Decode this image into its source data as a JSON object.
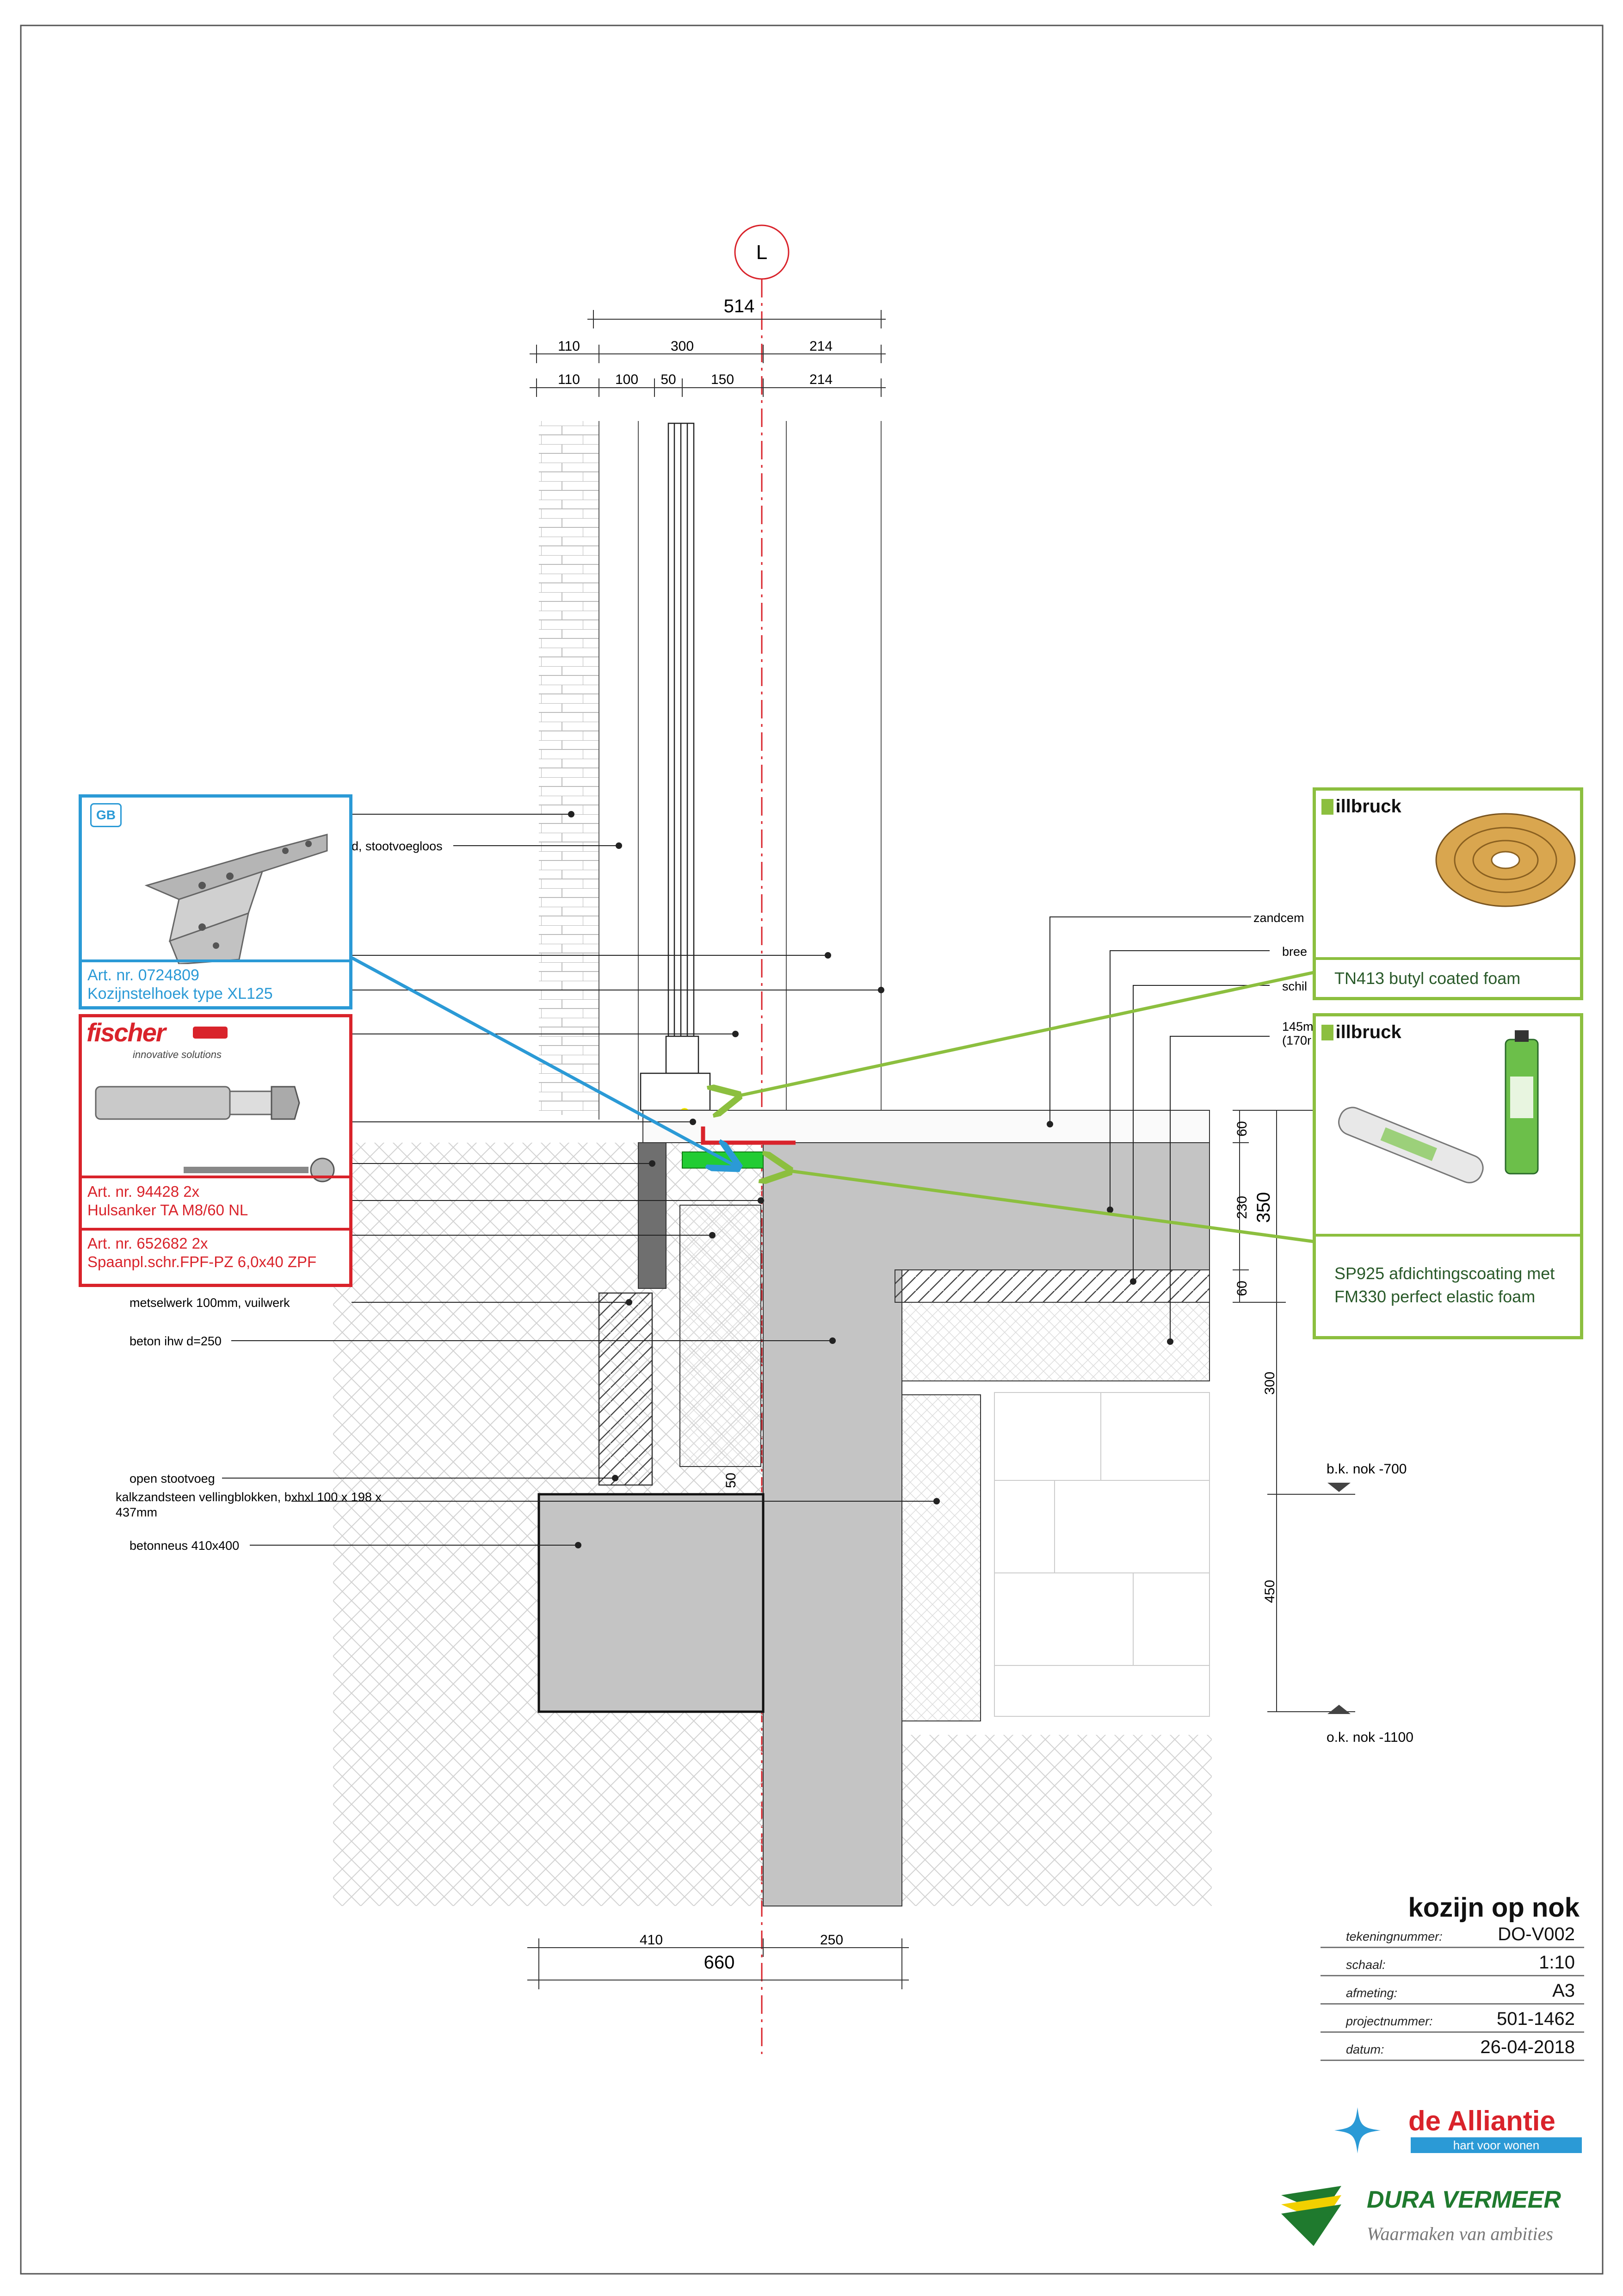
{
  "gridline": "L",
  "dimensions": {
    "top_total": "514",
    "top_row1": [
      "110",
      "300",
      "214"
    ],
    "top_row2": [
      "110",
      "100",
      "50",
      "150",
      "214"
    ],
    "bottom_total": "660",
    "bottom_parts": [
      "410",
      "250"
    ],
    "right_350": "350",
    "right_60a": "60",
    "right_230": "230",
    "right_60b": "60",
    "right_300": "300",
    "right_450": "450",
    "small_50": "50"
  },
  "labels": {
    "stootvoeg": "nd, stootvoegloos",
    "metselwerk": "metselwerk 100mm, vuilwerk",
    "beton": "beton ihw d=250",
    "open_stootvoeg": "open stootvoeg",
    "kalkzandsteen_1": "kalkzandsteen vellingblokken, bxhxl 100 x 198 x",
    "kalkzandsteen_2": "437mm",
    "betonneus": "betonneus 410x400",
    "zandcem": "zandcem",
    "bree": "bree",
    "schil": "schil",
    "m145": "145m",
    "m170": "(170r",
    "bk_nok": "b.k. nok -700",
    "ok_nok": "o.k. nok -1100"
  },
  "cards": {
    "gb": {
      "brand": "GB",
      "art": "Art. nr. 0724809",
      "desc": "Kozijnstelhoek type XL125",
      "color": "#2b9ad6"
    },
    "fischer": {
      "brand": "fischer",
      "tagline": "innovative solutions",
      "art1": "Art. nr. 94428   2x",
      "desc1": "Hulsanker TA M8/60 NL",
      "art2": "Art. nr. 652682   2x",
      "desc2": "Spaanpl.schr.FPF-PZ 6,0x40 ZPF",
      "color": "#d9232b"
    },
    "illbruck1": {
      "brand": "illbruck",
      "desc": "TN413 butyl coated foam",
      "color": "#8cbf3f"
    },
    "illbruck2": {
      "brand": "illbruck",
      "desc1": "SP925 afdichtingscoating met",
      "desc2": "FM330 perfect elastic foam",
      "color": "#8cbf3f"
    }
  },
  "title_block": {
    "title": "kozijn op nok",
    "rows": [
      {
        "key": "tekeningnummer:",
        "value": "DO-V002"
      },
      {
        "key": "schaal:",
        "value": "1:10"
      },
      {
        "key": "afmeting:",
        "value": "A3"
      },
      {
        "key": "projectnummer:",
        "value": "501-1462"
      },
      {
        "key": "datum:",
        "value": "26-04-2018"
      }
    ]
  },
  "logos": {
    "alliantie": "de Alliantie",
    "alliantie_tag": "hart voor wonen",
    "duravermeer": "DURA VERMEER",
    "duravermeer_tag": "Waarmaken van ambities"
  },
  "colors": {
    "concrete": "#c4c4c4",
    "blue": "#2b9ad6",
    "red": "#d9232b",
    "green": "#8cbf3f",
    "seal_green": "#22cc33"
  }
}
